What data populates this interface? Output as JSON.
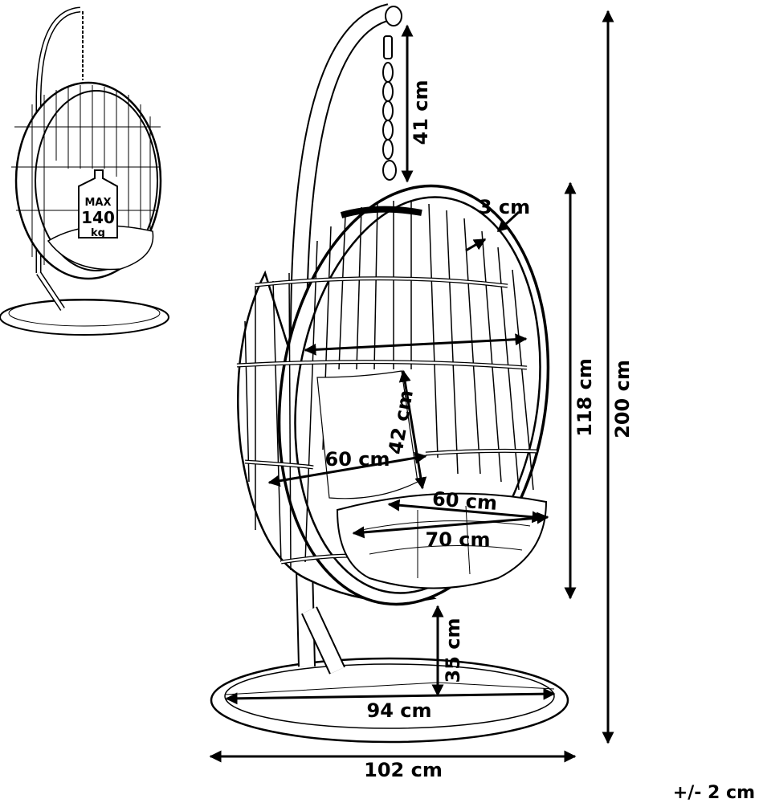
{
  "thumbnail": {
    "weight_badge": {
      "line1": "MAX",
      "line2": "140",
      "line3": "kg"
    }
  },
  "dimensions": {
    "chain_length": "41 cm",
    "frame_thickness": "3 cm",
    "chair_height": "118 cm",
    "total_height": "200 cm",
    "back_height": "42 cm",
    "seat_width_inner": "60 cm",
    "seat_depth": "60 cm",
    "seat_width": "70 cm",
    "ground_clearance": "35 cm",
    "base_inner": "94 cm",
    "base_outer": "102 cm",
    "tolerance": "+/- 2 cm"
  }
}
